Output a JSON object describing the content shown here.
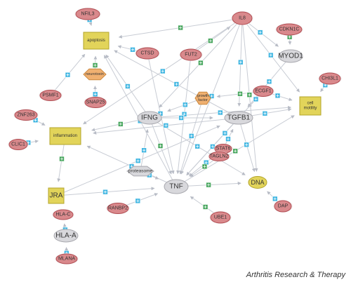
{
  "caption": "Arthritis Research & Therapy",
  "colors": {
    "red_node_fill": "#d9898c",
    "red_node_stroke": "#b24b51",
    "gray_node_fill": "#d8d8dc",
    "gray_node_stroke": "#a8a8ae",
    "yellow_node_fill": "#e2d45a",
    "yellow_node_stroke": "#b3a52b",
    "orange_node_fill": "#f0b070",
    "orange_node_stroke": "#c9873e",
    "edge": "#c8ccd4",
    "marker_blue": "#43b7e2",
    "marker_green": "#4aa760"
  },
  "nodes": [
    {
      "id": "NFIL3",
      "label": "NFIL3",
      "kind": "red"
    },
    {
      "id": "apoptosis",
      "label": "apoptosis",
      "kind": "process"
    },
    {
      "id": "CTSD",
      "label": "CTSD",
      "kind": "red"
    },
    {
      "id": "FUT2",
      "label": "FUT2",
      "kind": "red"
    },
    {
      "id": "IL8",
      "label": "IL8",
      "kind": "red"
    },
    {
      "id": "CDKN1C",
      "label": "CDKN1C",
      "kind": "red"
    },
    {
      "id": "MYOD1",
      "label": "MYOD1",
      "kind": "gray"
    },
    {
      "id": "CHI3L1",
      "label": "CHI3L1",
      "kind": "red"
    },
    {
      "id": "neurotoxin",
      "label": "neurotoxin",
      "kind": "hex"
    },
    {
      "id": "SNAP25",
      "label": "SNAP25",
      "kind": "red"
    },
    {
      "id": "PSMF1",
      "label": "PSMF1",
      "kind": "red"
    },
    {
      "id": "growthfactor",
      "label": "growth factor",
      "kind": "hex"
    },
    {
      "id": "ECGF1",
      "label": "ECGF1",
      "kind": "red"
    },
    {
      "id": "cellmotility",
      "label": "cell motility",
      "kind": "process"
    },
    {
      "id": "ZNF263",
      "label": "ZNF263",
      "kind": "red"
    },
    {
      "id": "IFNG",
      "label": "IFNG",
      "kind": "gray"
    },
    {
      "id": "TGFB1",
      "label": "TGFB1",
      "kind": "gray"
    },
    {
      "id": "inflammation",
      "label": "inflammation",
      "kind": "process"
    },
    {
      "id": "CLIC1",
      "label": "CLIC1",
      "kind": "red"
    },
    {
      "id": "STAT6",
      "label": "STAT6",
      "kind": "red"
    },
    {
      "id": "TAGLN2",
      "label": "TAGLN2",
      "kind": "red"
    },
    {
      "id": "proteasome",
      "label": "proteasome",
      "kind": "hexgray"
    },
    {
      "id": "TNF",
      "label": "TNF",
      "kind": "gray"
    },
    {
      "id": "DNA",
      "label": "DNA",
      "kind": "yellow"
    },
    {
      "id": "JRA",
      "label": "JRA",
      "kind": "process"
    },
    {
      "id": "RANBP2",
      "label": "RANBP2",
      "kind": "red"
    },
    {
      "id": "DAP",
      "label": "DAP",
      "kind": "red"
    },
    {
      "id": "HLAC",
      "label": "HLA-C",
      "kind": "red"
    },
    {
      "id": "UBE1",
      "label": "UBE1",
      "kind": "red"
    },
    {
      "id": "HLAA",
      "label": "HLA-A",
      "kind": "gray"
    },
    {
      "id": "MLANA",
      "label": "MLANA",
      "kind": "red"
    }
  ],
  "edges": [
    [
      "NFIL3",
      "apoptosis"
    ],
    [
      "neurotoxin",
      "apoptosis"
    ],
    [
      "SNAP25",
      "neurotoxin"
    ],
    [
      "PSMF1",
      "apoptosis"
    ],
    [
      "CTSD",
      "apoptosis"
    ],
    [
      "IL8",
      "apoptosis"
    ],
    [
      "TNF",
      "apoptosis"
    ],
    [
      "IFNG",
      "apoptosis"
    ],
    [
      "TGFB1",
      "apoptosis"
    ],
    [
      "FUT2",
      "IL8"
    ],
    [
      "CTSD",
      "TNF"
    ],
    [
      "FUT2",
      "TNF"
    ],
    [
      "IL8",
      "TNF"
    ],
    [
      "IL8",
      "IFNG"
    ],
    [
      "IL8",
      "TGFB1"
    ],
    [
      "IL8",
      "cellmotility"
    ],
    [
      "IL8",
      "MYOD1"
    ],
    [
      "CDKN1C",
      "MYOD1"
    ],
    [
      "MYOD1",
      "TGFB1"
    ],
    [
      "CHI3L1",
      "cellmotility"
    ],
    [
      "ECGF1",
      "cellmotility"
    ],
    [
      "ECGF1",
      "growthfactor"
    ],
    [
      "growthfactor",
      "TNF"
    ],
    [
      "growthfactor",
      "IFNG"
    ],
    [
      "TGFB1",
      "cellmotility"
    ],
    [
      "TNF",
      "cellmotility"
    ],
    [
      "IFNG",
      "cellmotility"
    ],
    [
      "ZNF263",
      "inflammation"
    ],
    [
      "CLIC1",
      "inflammation"
    ],
    [
      "IFNG",
      "inflammation"
    ],
    [
      "TNF",
      "inflammation"
    ],
    [
      "TGFB1",
      "inflammation"
    ],
    [
      "IL8",
      "inflammation"
    ],
    [
      "IFNG",
      "TNF"
    ],
    [
      "IFNG",
      "TGFB1"
    ],
    [
      "TGFB1",
      "TNF"
    ],
    [
      "STAT6",
      "TNF"
    ],
    [
      "TAGLN2",
      "TNF"
    ],
    [
      "STAT6",
      "TGFB1"
    ],
    [
      "proteasome",
      "TNF"
    ],
    [
      "proteasome",
      "IFNG"
    ],
    [
      "TNF",
      "DNA"
    ],
    [
      "TGFB1",
      "DNA"
    ],
    [
      "IFNG",
      "DNA"
    ],
    [
      "DAP",
      "DNA"
    ],
    [
      "UBE1",
      "TNF"
    ],
    [
      "RANBP2",
      "TNF"
    ],
    [
      "JRA",
      "TNF"
    ],
    [
      "JRA",
      "TGFB1"
    ],
    [
      "inflammation",
      "JRA"
    ],
    [
      "HLAC",
      "JRA"
    ],
    [
      "HLAA",
      "HLAC"
    ],
    [
      "MLANA",
      "HLAA"
    ],
    [
      "IL8",
      "DNA"
    ],
    [
      "ECGF1",
      "TGFB1"
    ],
    [
      "ECGF1",
      "TNF"
    ]
  ]
}
